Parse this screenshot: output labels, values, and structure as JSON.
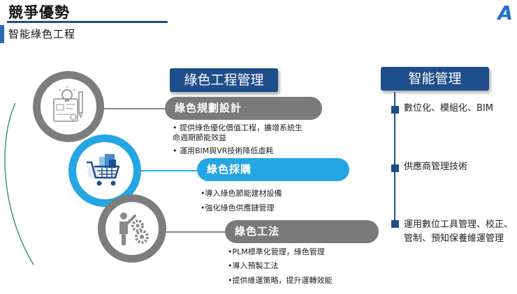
{
  "header": {
    "title": "競爭優勢",
    "subtitle": "智能綠色工程",
    "logo_letter": "A"
  },
  "green_mgmt": {
    "heading": "綠色工程管理",
    "items": [
      {
        "label": "綠色規劃設計",
        "icon": "blueprint-lightbulb-icon",
        "bullets": [
          "• 提供綠色優化價值工程，擴增系統生",
          "   命週期節能效益",
          "• 運用BIM與VR技術降低虛耗"
        ]
      },
      {
        "label": "綠色採購",
        "icon": "shopping-cart-icon",
        "bullets": [
          "•導入綠色節能建材設備",
          "•強化綠色供應鏈管理"
        ]
      },
      {
        "label": "綠色工法",
        "icon": "worker-gears-icon",
        "bullets": [
          "•PLM標準化管理，綠色管理",
          "•導入預製工法",
          "•提供維運策略，提升運轉效能"
        ]
      }
    ]
  },
  "smart_mgmt": {
    "heading": "智能管理",
    "items": [
      [
        "數位化、模組化、BIM"
      ],
      [
        "供應商管理技術"
      ],
      [
        "運用數位工具管理、校正、",
        "管制、預知保養維運管理"
      ]
    ]
  },
  "colors": {
    "navy": "#1f4e8c",
    "gray": "#7a7a7a",
    "cyan": "#24a6e3",
    "green_arc": "#3a9a6a"
  }
}
